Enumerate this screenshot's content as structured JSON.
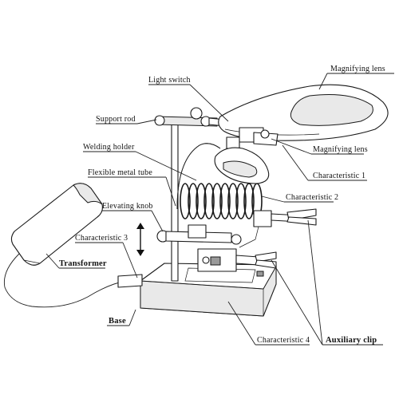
{
  "labels": {
    "magnifying_lens_top": "Magnifying lens",
    "light_switch": "Light switch",
    "support_rod": "Support rod",
    "welding_holder": "Welding holder",
    "magnifying_lens": "Magnifying lens",
    "characteristic_1": "Characteristic 1",
    "flexible_metal_tube": "Flexible metal tube",
    "characteristic_2": "Characteristic 2",
    "elevating_knob": "Elevating knob",
    "characteristic_3": "Characteristic 3",
    "transformer": "Transformer",
    "base": "Base",
    "characteristic_4": "Characteristic 4",
    "auxiliary_clip": "Auxiliary clip"
  },
  "colors": {
    "line": "#222222",
    "part_fill": "#ffffff",
    "shade": "#e9e9e9"
  },
  "icons": {
    "elevating_arrow": "double-arrow-vertical-icon"
  }
}
